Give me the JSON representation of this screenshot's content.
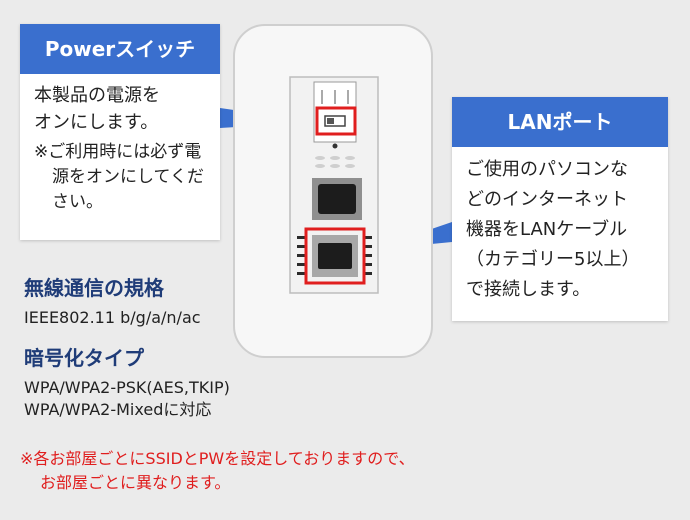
{
  "power": {
    "title": "Powerスイッチ",
    "desc_line1": "本製品の電源を",
    "desc_line2": "オンにします。",
    "note": "※ご利用時には必ず電源をオンにしてください。"
  },
  "lan": {
    "title": "LANポート",
    "lines": [
      "ご使用のパソコンな",
      "どのインターネット",
      "機器をLANケーブル",
      "（カテゴリー5以上）",
      "で接続します。"
    ]
  },
  "spec": {
    "wireless_title": "無線通信の規格",
    "wireless_value": "IEEE802.11 b/g/a/n/ac",
    "encryption_title": "暗号化タイプ",
    "encryption_values": [
      "WPA/WPA2-PSK(AES,TKIP)",
      "WPA/WPA2-Mixedに対応"
    ]
  },
  "bottom_note": {
    "line1": "※各お部屋ごとにSSIDとPWを設定しておりますので、",
    "line2": "お部屋ごとに異なります。"
  },
  "colors": {
    "accent_blue": "#3a6fce",
    "highlight_red": "#e01e1e"
  }
}
